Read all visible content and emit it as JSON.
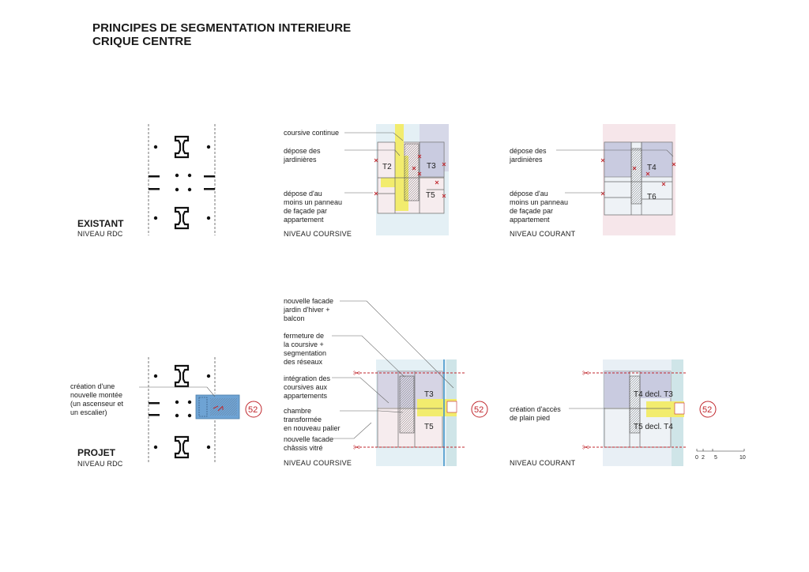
{
  "title": {
    "line1": "PRINCIPES DE SEGMENTATION INTERIEURE",
    "line2": "CRIQUE CENTRE"
  },
  "existant": {
    "heading": "EXISTANT",
    "sub": "NIVEAU RDC",
    "coursive": {
      "label": "NIVEAU COURSIVE",
      "annotations": [
        "coursive continue",
        "dépose des\njardinières",
        "dépose d'au\nmoins un panneau\nde façade par\nappartement"
      ],
      "rooms": [
        "T2",
        "T3",
        "T5"
      ]
    },
    "courant": {
      "label": "NIVEAU COURANT",
      "annotations": [
        "dépose des\njardinières",
        "dépose d'au\nmoins un panneau\nde façade par\nappartement"
      ],
      "rooms": [
        "T4",
        "T6"
      ]
    }
  },
  "projet": {
    "heading": "PROJET",
    "sub": "NIVEAU RDC",
    "rdc_annotation": "création d'une\nnouvelle montée\n(un ascenseur et\nun escalier)",
    "badge": "52",
    "coursive": {
      "label": "NIVEAU COURSIVE",
      "annotations": [
        "nouvelle facade\njardin d'hiver +\nbalcon",
        "fermeture de\nla coursive +\nsegmentation\ndes réseaux",
        "intégration des\ncoursives aux\nappartements",
        "chambre\ntransformée\nen nouveau palier",
        "nouvelle facade\nchâssis vitré"
      ],
      "rooms": [
        "T3",
        "T5"
      ]
    },
    "courant": {
      "label": "NIVEAU COURANT",
      "annotations": [
        "création d'accès\nde plain pied"
      ],
      "rooms": [
        "T4 decl. T3",
        "T5 decl. T4"
      ]
    }
  },
  "scale": {
    "ticks": [
      "0",
      "2",
      "5",
      "10"
    ]
  },
  "colors": {
    "accent_red": "#c0272d",
    "yellow": "#f2ec6e",
    "blue_zone": "#dcebf2",
    "pink_zone": "#f6e6ea",
    "lavender": "#c9cbe0",
    "blue_box": "#6ea3d4"
  }
}
